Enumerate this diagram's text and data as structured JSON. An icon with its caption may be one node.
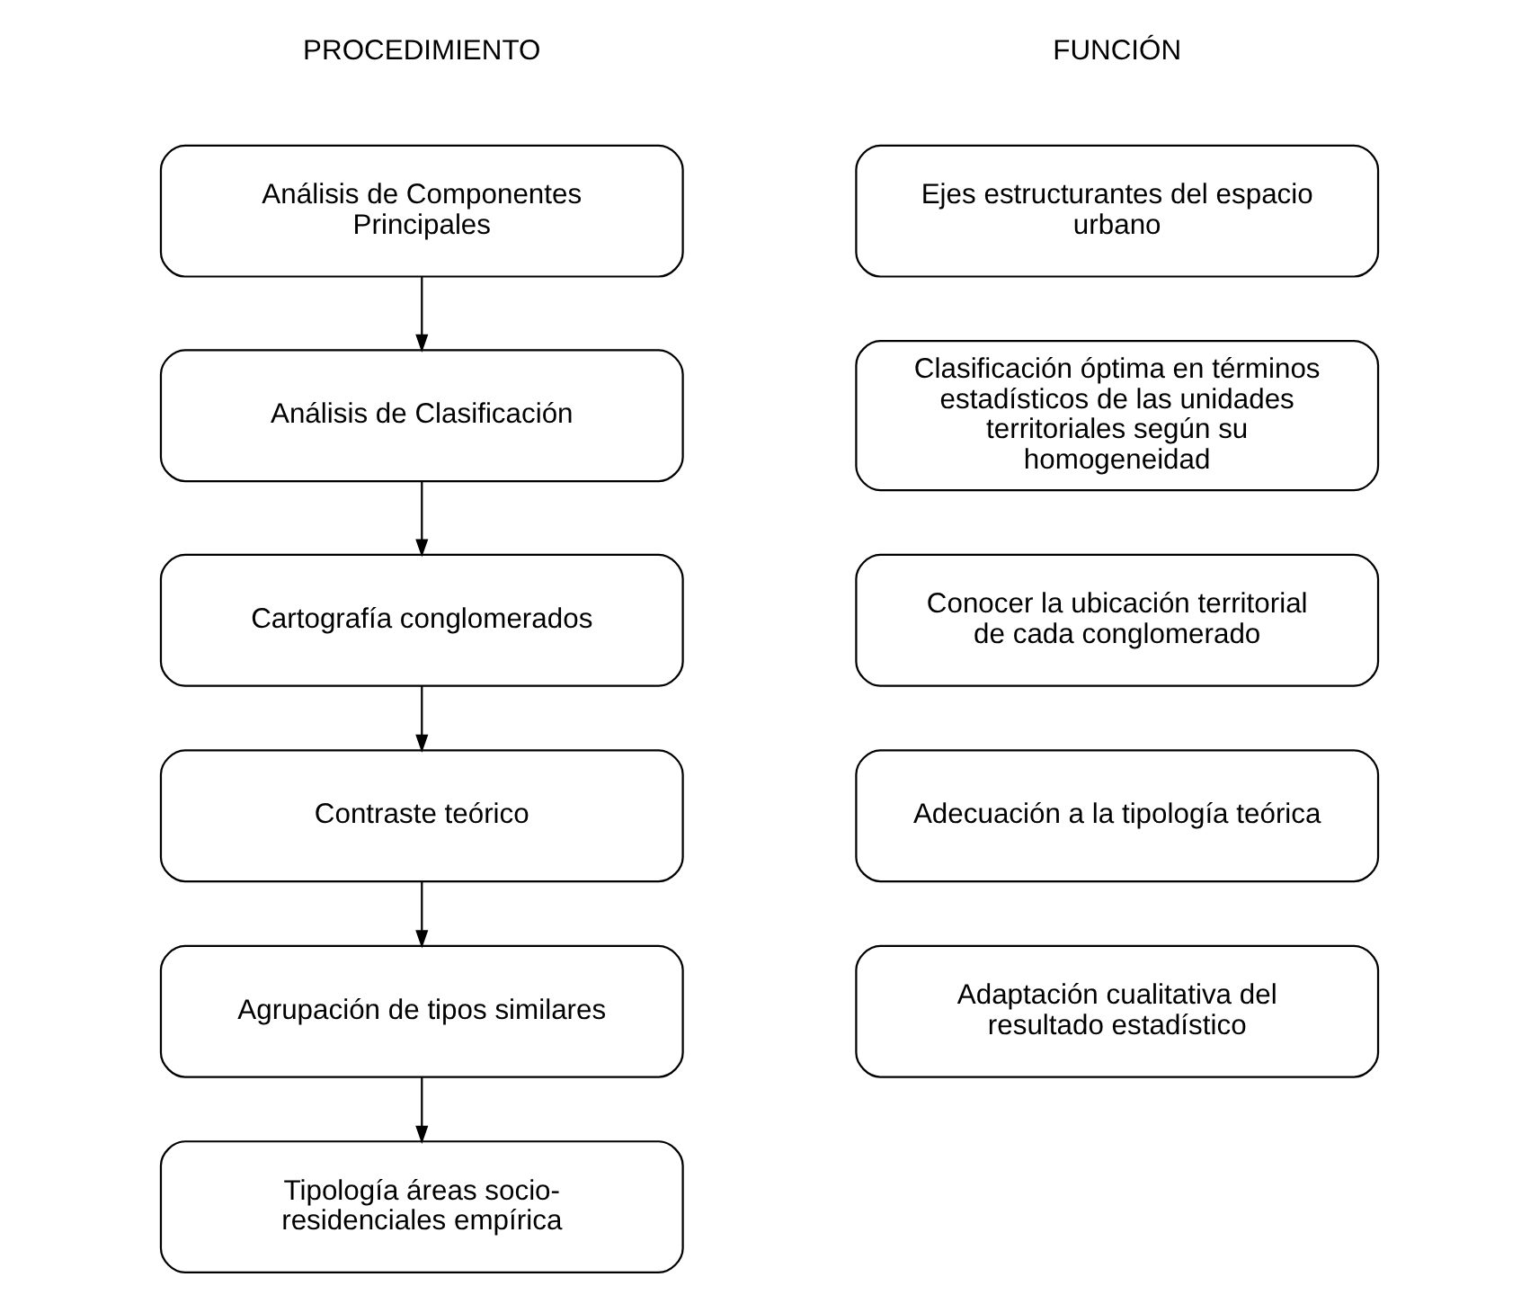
{
  "diagram": {
    "nodes": [
      {
        "text": [
          "Análisis de Componentes Principales"
        ]
      },
      {
        "text": [
          "Análisis de Clasificación"
        ]
      },
      {
        "text": [
          "Cartografía conglomerados"
        ]
      },
      {
        "text": [
          "Contraste teórico"
        ]
      },
      {
        "text": [
          "Agrupación de tipos similares"
        ]
      },
      {
        "text": [
          "Tipología áreas socio-residenciales empírica"
        ]
      },
      {
        "text": [
          "Ejes estructurantes del espacio urbano"
        ]
      },
      {
        "text": [
          "Clasificación óptima en términos estadísticos de las unidades territoriales según su homogeneidad"
        ]
      },
      {
        "text": [
          "Conocer la ubicación territorial de cada conglomerado"
        ]
      },
      {
        "text": [
          "Adecuación a la tipología teórica"
        ]
      },
      {
        "text": [
          "Adaptación cualitativa del resultado estadístico"
        ]
      }
    ],
    "edges": [
      {
        "from": 0,
        "to": 1,
        "arrow": "to"
      },
      {
        "from": 1,
        "to": 2,
        "arrow": "to"
      },
      {
        "from": 2,
        "to": 3,
        "arrow": "to"
      },
      {
        "from": 3,
        "to": 4,
        "arrow": "to"
      },
      {
        "from": 4,
        "to": 5,
        "arrow": "to"
      }
    ],
    "labels": [
      "PROCEDIMIENTO",
      "FUNCIÓN"
    ]
  }
}
